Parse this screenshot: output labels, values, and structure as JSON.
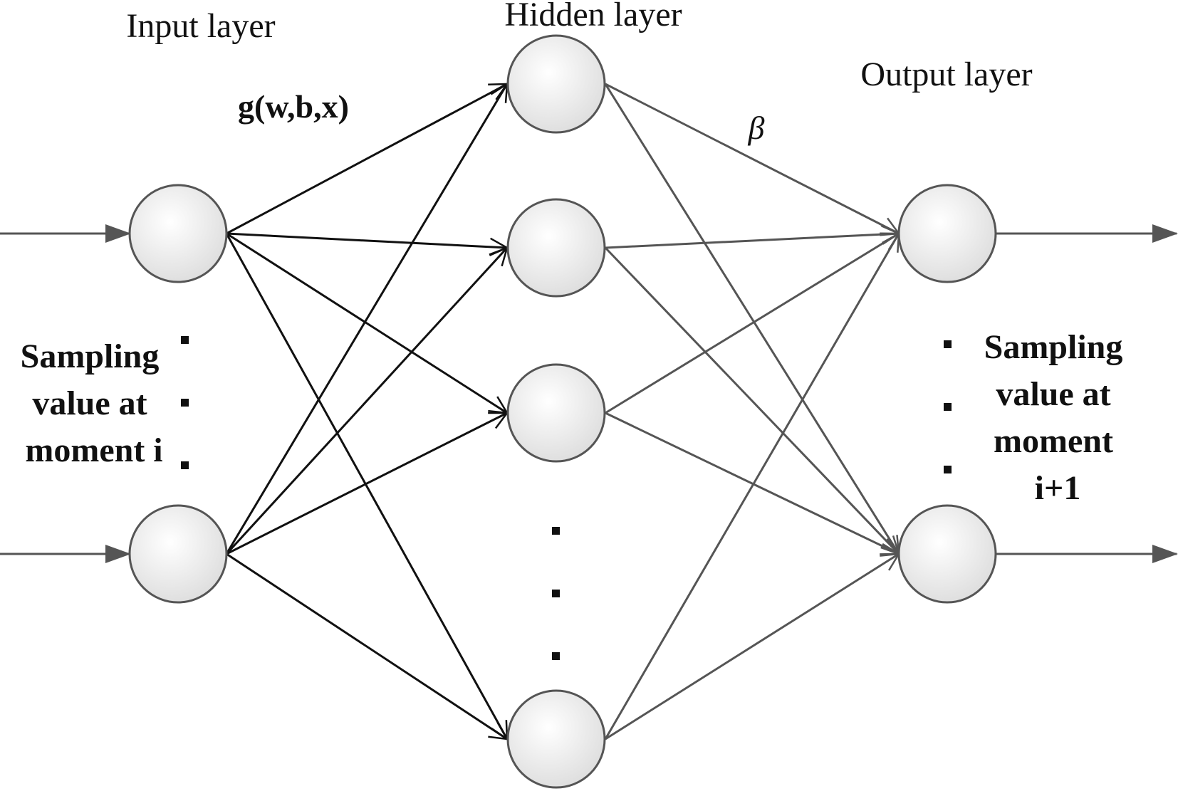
{
  "labels": {
    "input_layer": "Input layer",
    "hidden_layer": "Hidden layer",
    "output_layer": "Output layer",
    "activation": "g(w,b,x)",
    "output_weight": "β"
  },
  "input_caption": [
    "Sampling",
    "value at",
    "moment i"
  ],
  "output_caption": [
    "Sampling",
    "value at",
    "moment",
    "i+1"
  ],
  "network": {
    "input_nodes": 2,
    "hidden_nodes_shown": 4,
    "output_nodes": 2
  },
  "colors": {
    "node_fill_light": "#ffffff",
    "node_fill_dark": "#dcdcdc",
    "node_stroke": "#555555",
    "input_connection": "#111111",
    "output_connection": "#555555"
  }
}
